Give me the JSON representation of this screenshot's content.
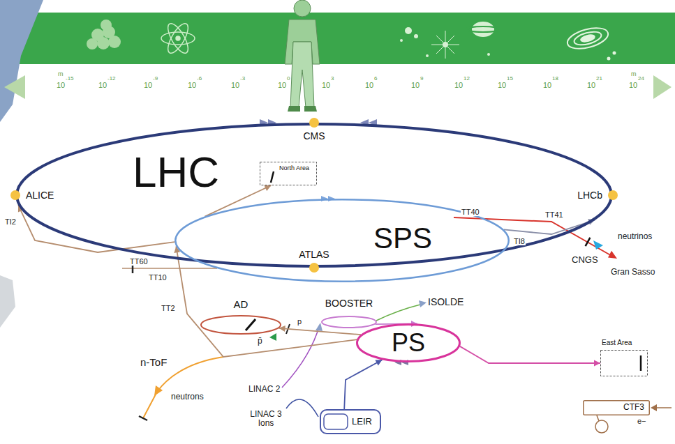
{
  "diagram": {
    "nodes": [
      {
        "text": [
          "LHC"
        ]
      },
      {
        "text": [
          "SPS"
        ]
      },
      {
        "text": [
          "PS"
        ]
      },
      {
        "text": [
          "BOOSTER"
        ]
      },
      {
        "text": [
          "AD"
        ]
      },
      {
        "text": [
          "LEIR"
        ]
      },
      {
        "text": [
          "CMS"
        ]
      },
      {
        "text": [
          "ALICE"
        ]
      },
      {
        "text": [
          "LHCb"
        ]
      },
      {
        "text": [
          "ATLAS"
        ]
      },
      {
        "text": [
          "North Area"
        ]
      },
      {
        "text": [
          "East Area"
        ]
      },
      {
        "text": [
          "CTF3"
        ]
      }
    ],
    "edges": [
      {
        "from": 2,
        "to": 1,
        "arrow": "to",
        "label": "TT10"
      },
      {
        "from": 1,
        "to": 0,
        "arrow": "to",
        "label": "TI2"
      },
      {
        "from": 1,
        "to": 0,
        "arrow": "to",
        "label": "TI8"
      },
      {
        "from": 1,
        "to": 10,
        "arrow": "to"
      },
      {
        "from": 2,
        "to": 11,
        "arrow": "to"
      },
      {
        "from": 3,
        "to": 2,
        "arrow": "to"
      },
      {
        "from": 5,
        "to": 2,
        "arrow": "to"
      },
      {
        "from": 2,
        "to": 4,
        "arrow": "to",
        "label": "p"
      }
    ],
    "labels": [
      "m",
      "10",
      "-15",
      "10",
      "-12",
      "10",
      "-9",
      "10",
      "-6",
      "10",
      "-3",
      "10",
      "0",
      "10",
      "3",
      "10",
      "6",
      "10",
      "9",
      "10",
      "12",
      "10",
      "15",
      "10",
      "18",
      "10",
      "21",
      "m",
      "10",
      "24",
      "TT40",
      "TT41",
      "TT60",
      "TT2",
      "CNGS",
      "neutrinos",
      "Gran Sasso",
      "ISOLDE",
      "n-ToF",
      "neutrons",
      "LINAC 2",
      "LINAC 3 Ions",
      "p̄",
      "e−"
    ]
  }
}
